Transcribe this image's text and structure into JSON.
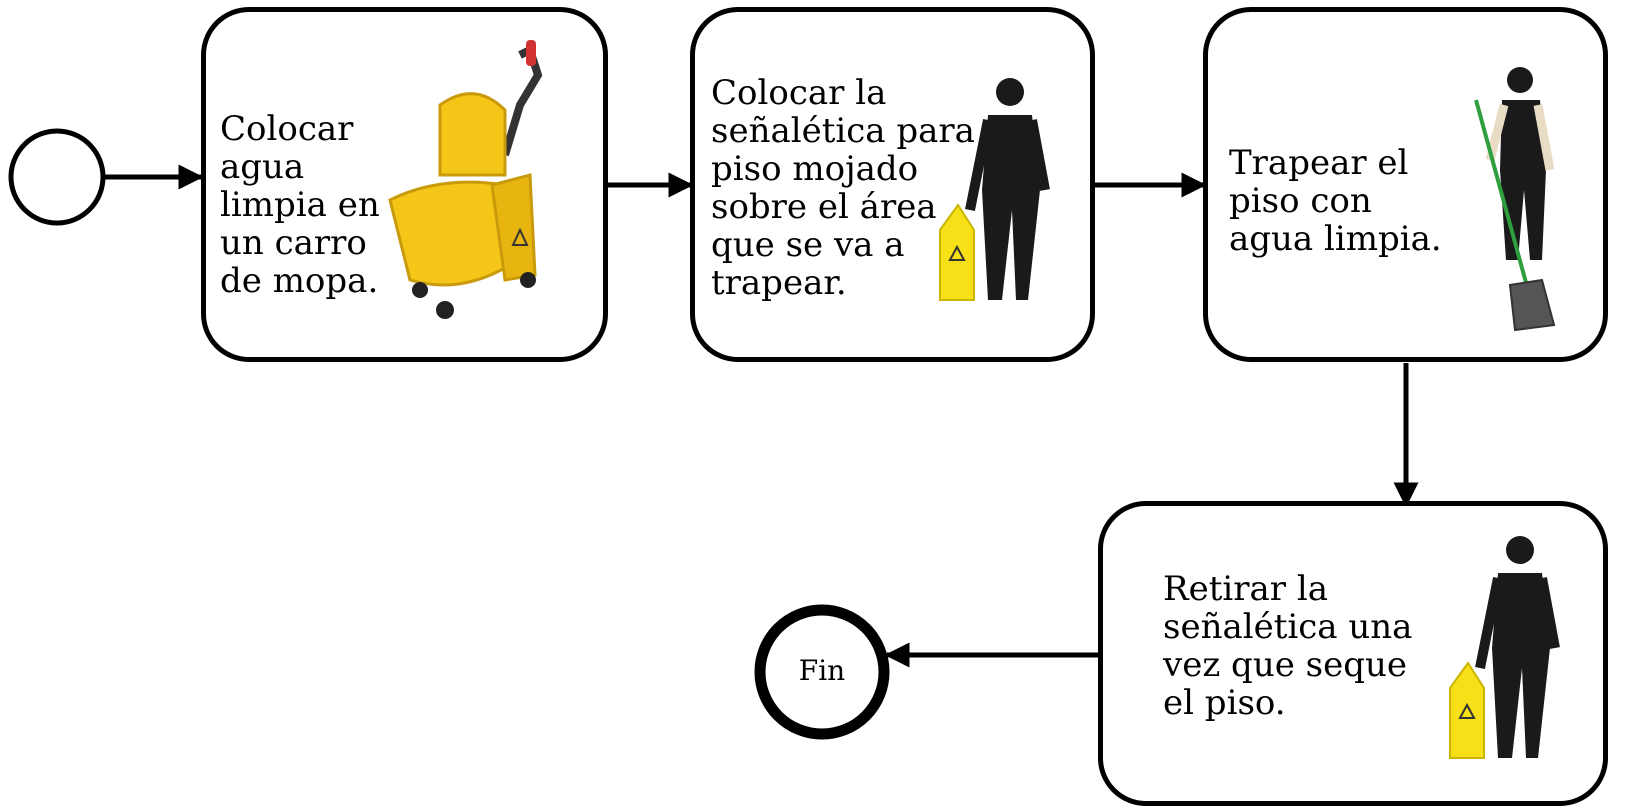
{
  "start_event": {
    "label": ""
  },
  "steps": [
    {
      "text": "Colocar\nagua\nlimpia en\nun carro\nde mopa.",
      "illustration": "mop-bucket-cart"
    },
    {
      "text": "Colocar la\nseñalética para\npiso mojado\nsobre el área\nque se va a\ntrapear.",
      "illustration": "worker-with-wet-floor-sign"
    },
    {
      "text": "Trapear el\npiso con\nagua limpia.",
      "illustration": "worker-mopping"
    },
    {
      "text": "Retirar la\nseñalética una\nvez que seque\nel piso.",
      "illustration": "worker-with-wet-floor-sign"
    }
  ],
  "end_event": {
    "label": "Fin"
  },
  "colors": {
    "stroke": "#000000",
    "bucket": "#f5c518",
    "uniform": "#1a1a1a",
    "sign": "#f7e017",
    "mop_handle": "#2e9e3e"
  }
}
